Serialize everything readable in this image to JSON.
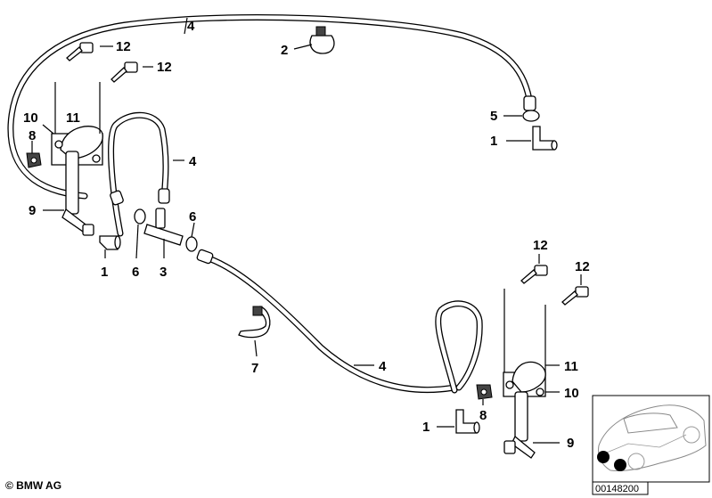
{
  "callouts": {
    "c1a": "1",
    "c1b": "1",
    "c1c": "1",
    "c2": "2",
    "c3": "3",
    "c4a": "4",
    "c4b": "4",
    "c4c": "4",
    "c5": "5",
    "c6a": "6",
    "c6b": "6",
    "c7": "7",
    "c8a": "8",
    "c8b": "8",
    "c9a": "9",
    "c9b": "9",
    "c10a": "10",
    "c10b": "10",
    "c11a": "11",
    "c11b": "11",
    "c12a": "12",
    "c12b": "12",
    "c12c": "12",
    "c12d": "12"
  },
  "footer": {
    "copyright": "© BMW AG",
    "reference_number": "00148200"
  }
}
